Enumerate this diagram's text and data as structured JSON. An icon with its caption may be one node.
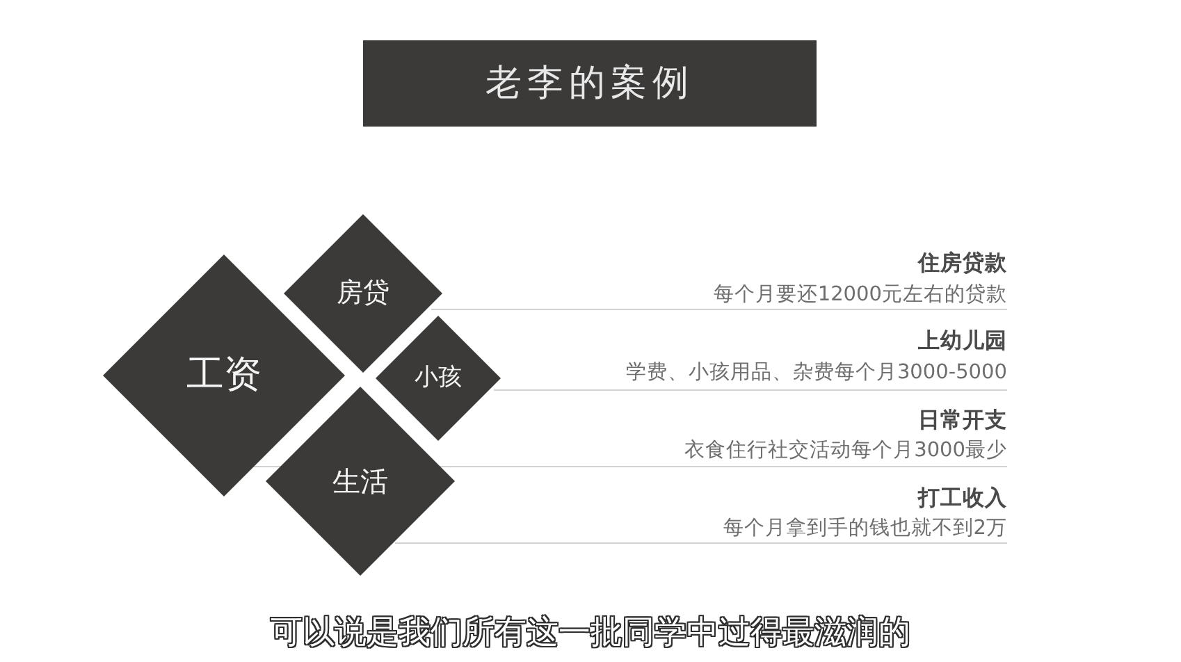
{
  "diagram": {
    "title": "老李的案例",
    "nodes": [
      {
        "text": [
          "工资"
        ]
      },
      {
        "text": [
          "房贷"
        ]
      },
      {
        "text": [
          "小孩"
        ]
      },
      {
        "text": [
          "生活"
        ]
      }
    ],
    "labels": [
      "住房贷款",
      "每个月要还12000元左右的贷款",
      "上幼儿园",
      "学费、小孩用品、杂费每个月3000-5000",
      "日常开支",
      "衣食住行社交活动每个月3000最少",
      "打工收入",
      "每个月拿到手的钱也就不到2万"
    ],
    "caption": "可以说是我们所有这一批同学中过得最滋润的"
  }
}
